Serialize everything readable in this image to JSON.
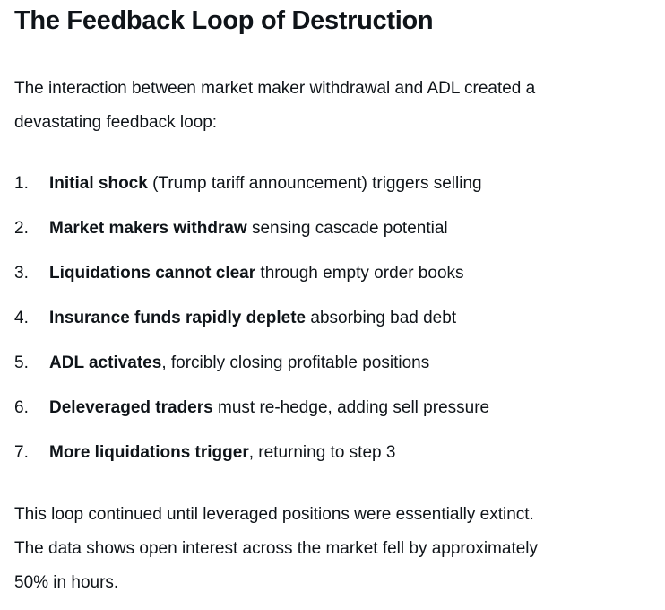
{
  "document": {
    "title": "The Feedback Loop of Destruction",
    "intro_lines": [
      "The interaction between market maker withdrawal and ADL created a",
      "devastating feedback loop:"
    ],
    "list_items": [
      {
        "number": "1.",
        "bold": "Initial shock",
        "rest": " (Trump tariff announcement) triggers selling"
      },
      {
        "number": "2.",
        "bold": "Market makers withdraw",
        "rest": " sensing cascade potential"
      },
      {
        "number": "3.",
        "bold": "Liquidations cannot clear",
        "rest": " through empty order books"
      },
      {
        "number": "4.",
        "bold": "Insurance funds rapidly deplete",
        "rest": " absorbing bad debt"
      },
      {
        "number": "5.",
        "bold": "ADL activates",
        "rest": ", forcibly closing profitable positions"
      },
      {
        "number": "6.",
        "bold": "Deleveraged traders",
        "rest": " must re-hedge, adding sell pressure"
      },
      {
        "number": "7.",
        "bold": "More liquidations trigger",
        "rest": ", returning to step 3"
      }
    ],
    "outro_lines": [
      "This loop continued until leveraged positions were essentially extinct.",
      "The data shows open interest across the market fell by approximately",
      "50% in hours."
    ],
    "colors": {
      "text": "#0f1419",
      "background": "#ffffff"
    }
  }
}
